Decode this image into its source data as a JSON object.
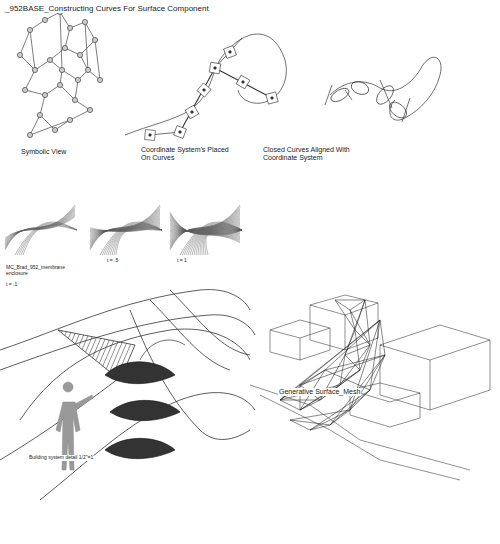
{
  "diagram": {
    "title": "_952BASE_Constructing Curves For Surface Component",
    "labels": [
      "Symbolic View",
      "Coordinate System's Placed On Curves",
      "Closed Curves Aligned With Coordinate System",
      "MC_Brad_952_membrane enclosure",
      "t = .1",
      "t = .5",
      "t = 1",
      "Building system detail 1/2\"=1'",
      "Generative Surface_Mesh"
    ]
  }
}
